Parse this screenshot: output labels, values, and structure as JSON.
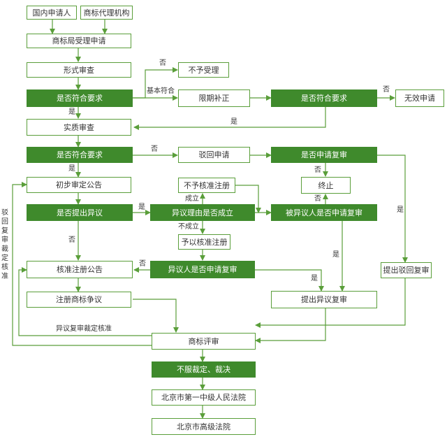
{
  "colors": {
    "line": "#5a9e3a",
    "fill": "#3f8a2c"
  },
  "nodes": {
    "domestic_applicant": "国内申请人",
    "trademark_agency": "商标代理机构",
    "office_accept": "商标局受理申请",
    "formal_exam": "形式审查",
    "meets_req_1": "是否符合要求",
    "not_accepted": "不予受理",
    "correction": "限期补正",
    "meets_req_2": "是否符合要求",
    "invalid_application": "无效申请",
    "substantive_exam": "实质审查",
    "meets_req_3": "是否符合要求",
    "rejected": "驳回申请",
    "apply_review_q": "是否申请复审",
    "prelim_announcement": "初步审定公告",
    "no_reg_approval": "不予核准注册",
    "terminated": "终止",
    "opposition_q": "是否提出异议",
    "opposition_valid_q": "异议理由是否成立",
    "opposed_review_q": "被异议人是否申请复审",
    "approve_reg": "予以核准注册",
    "reg_announcement": "核准注册公告",
    "opponent_review_q": "异议人是否申请复审",
    "reject_review": "提出驳回复审",
    "reg_dispute": "注册商标争议",
    "opposition_review": "提出异议复审",
    "tm_board": "商标评审",
    "appeal": "不服裁定、裁决",
    "court_first": "北京市第一中级人民法院",
    "court_high": "北京市高级法院"
  },
  "labels": {
    "no_1": "否",
    "basically_meets": "基本符合",
    "no_2": "否",
    "yes_1": "是",
    "yes_2": "是",
    "no_3": "否",
    "yes_3": "是",
    "no_4": "否",
    "yes_4": "是",
    "valid": "成立",
    "no_5": "否",
    "not_valid": "不成立",
    "no_6": "否",
    "no_7": "否",
    "yes_5": "是",
    "yes_6": "是",
    "yes_7": "是",
    "opp_review_decision": "异议复审裁定核准",
    "reject_review_decision": "驳回复审裁定核准"
  }
}
